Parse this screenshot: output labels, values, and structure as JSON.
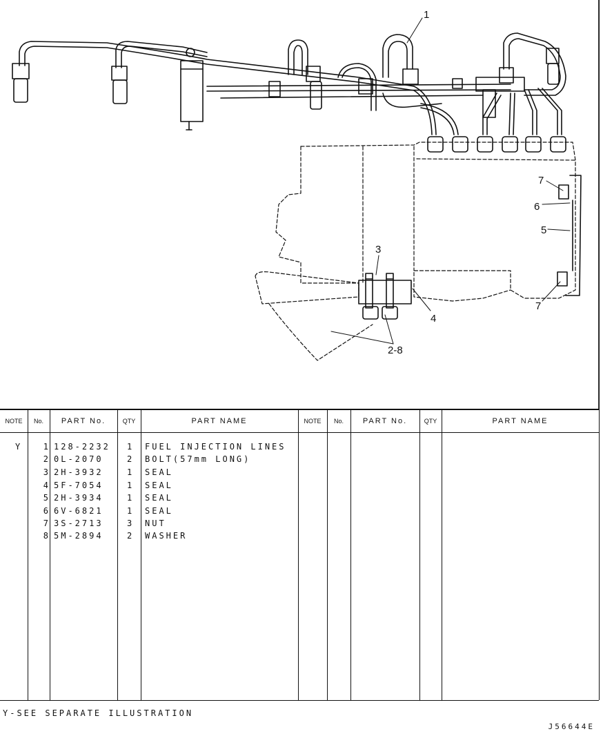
{
  "illustration": {
    "callouts": {
      "c1": "1",
      "c3": "3",
      "c4": "4",
      "c5": "5",
      "c6": "6",
      "c7a": "7",
      "c7b": "7",
      "c28": "2-8"
    }
  },
  "table": {
    "headers": [
      "NOTE",
      "No.",
      "PART No.",
      "QTY",
      "PART NAME",
      "NOTE",
      "No.",
      "PART No.",
      "QTY",
      "PART NAME"
    ],
    "rows": [
      {
        "note": "Y",
        "no": "1",
        "part": "128-2232",
        "qty": "1",
        "name": "FUEL INJECTION LINES"
      },
      {
        "note": "",
        "no": "2",
        "part": "0L-2070",
        "qty": "2",
        "name": "BOLT(57mm LONG)"
      },
      {
        "note": "",
        "no": "3",
        "part": "2H-3932",
        "qty": "1",
        "name": "SEAL"
      },
      {
        "note": "",
        "no": "4",
        "part": "5F-7054",
        "qty": "1",
        "name": "SEAL"
      },
      {
        "note": "",
        "no": "5",
        "part": "2H-3934",
        "qty": "1",
        "name": "SEAL"
      },
      {
        "note": "",
        "no": "6",
        "part": "6V-6821",
        "qty": "1",
        "name": "SEAL"
      },
      {
        "note": "",
        "no": "7",
        "part": "3S-2713",
        "qty": "3",
        "name": "NUT"
      },
      {
        "note": "",
        "no": "8",
        "part": "5M-2894",
        "qty": "2",
        "name": "WASHER"
      }
    ]
  },
  "footnote": "Y-SEE SEPARATE ILLUSTRATION",
  "drawing_id": "J56644E"
}
